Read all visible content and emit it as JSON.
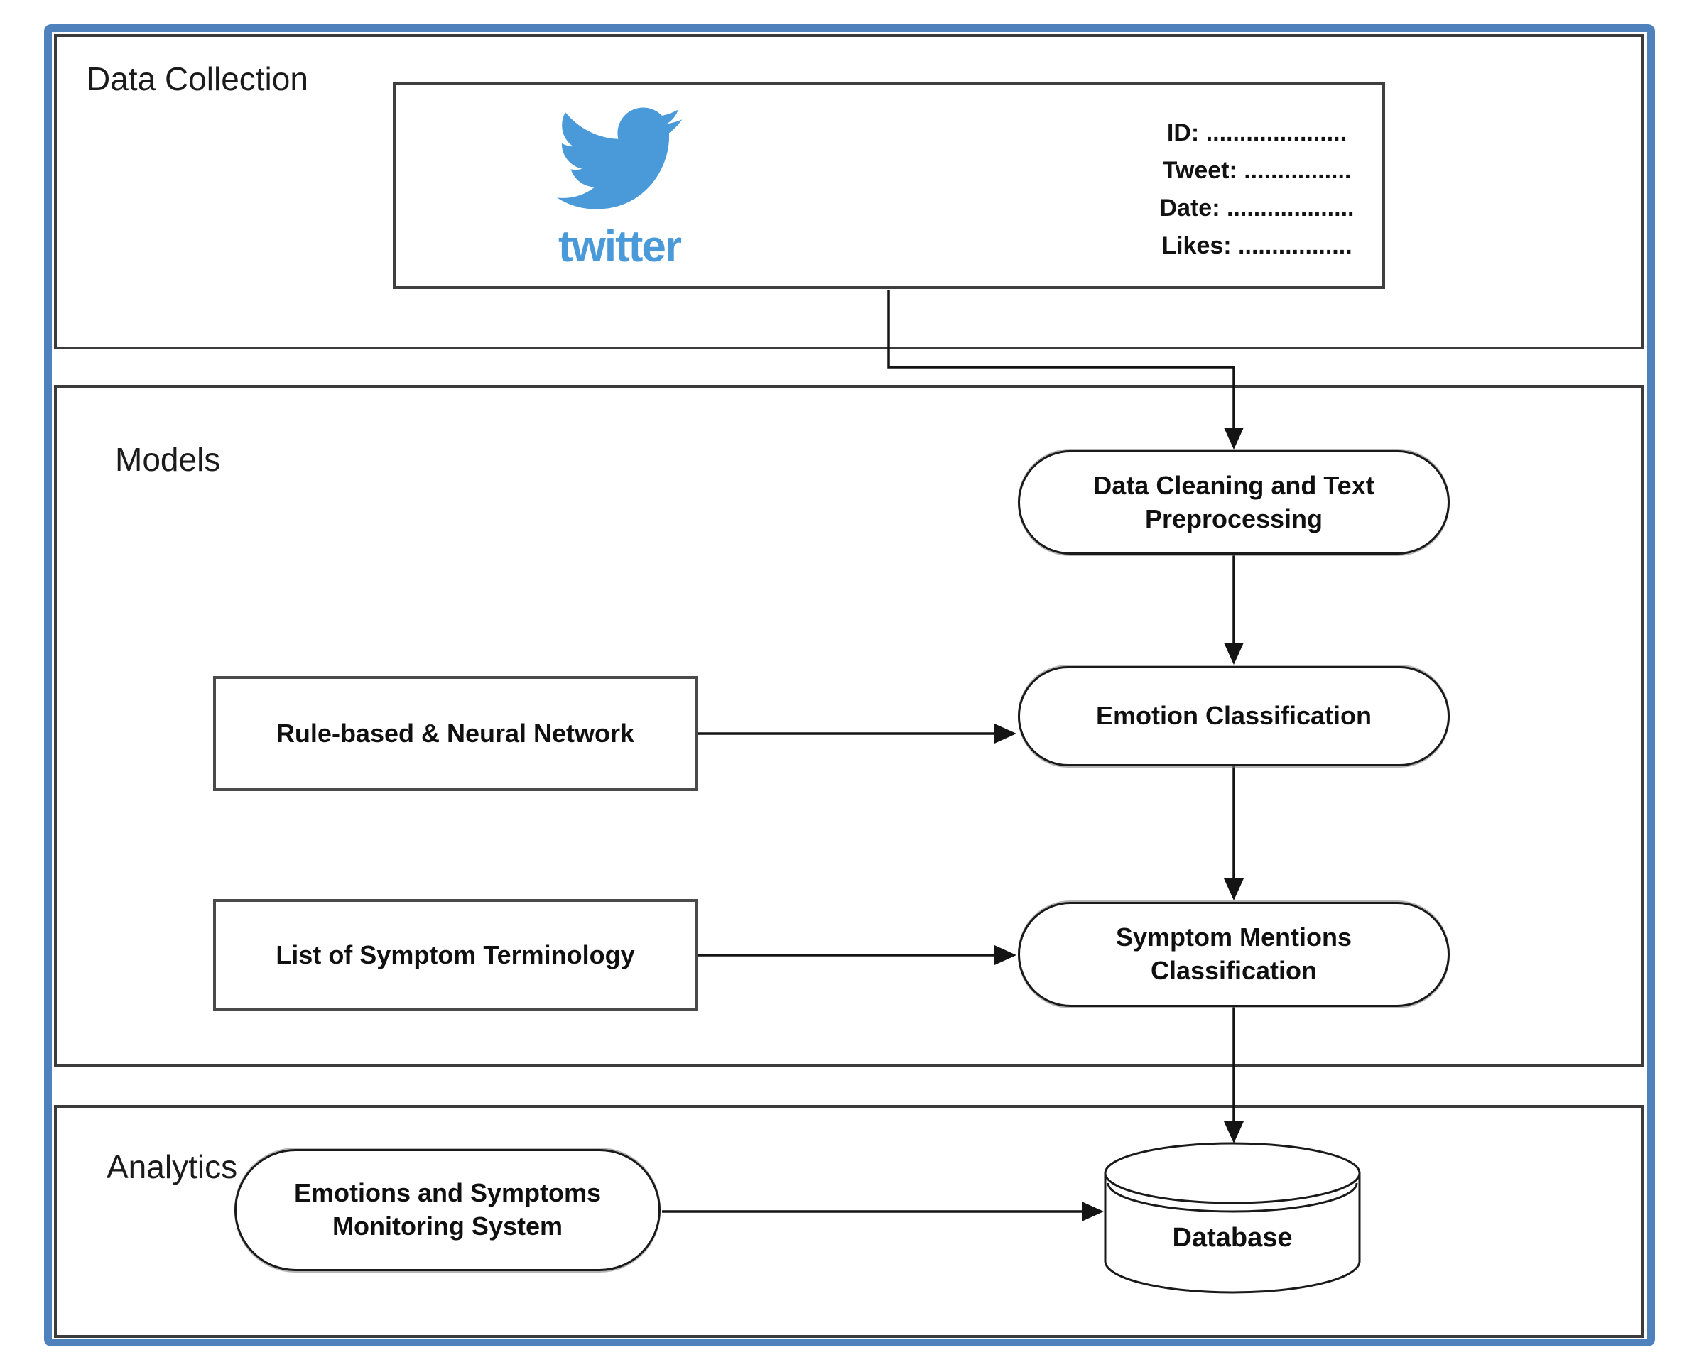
{
  "colors": {
    "frame_blue": "#4f81bd",
    "twitter_blue": "#4a9ad9",
    "line": "#141414"
  },
  "sections": {
    "data_collection": {
      "label": "Data Collection"
    },
    "models": {
      "label": "Models"
    },
    "analytics": {
      "label": "Analytics"
    }
  },
  "twitter_box": {
    "wordmark": "twitter",
    "fields": [
      "ID: .....................",
      "Tweet: ................",
      "Date: ...................",
      "Likes: ................."
    ]
  },
  "nodes": {
    "data_cleaning": {
      "label": "Data Cleaning and Text Preprocessing"
    },
    "rule_based": {
      "label": "Rule-based & Neural Network"
    },
    "emotion_classification": {
      "label": "Emotion Classification"
    },
    "symptom_terminology": {
      "label": "List of Symptom Terminology"
    },
    "symptom_mentions": {
      "label": "Symptom Mentions Classification"
    },
    "monitoring_system": {
      "label": "Emotions and Symptoms Monitoring System"
    },
    "database": {
      "label": "Database"
    }
  }
}
